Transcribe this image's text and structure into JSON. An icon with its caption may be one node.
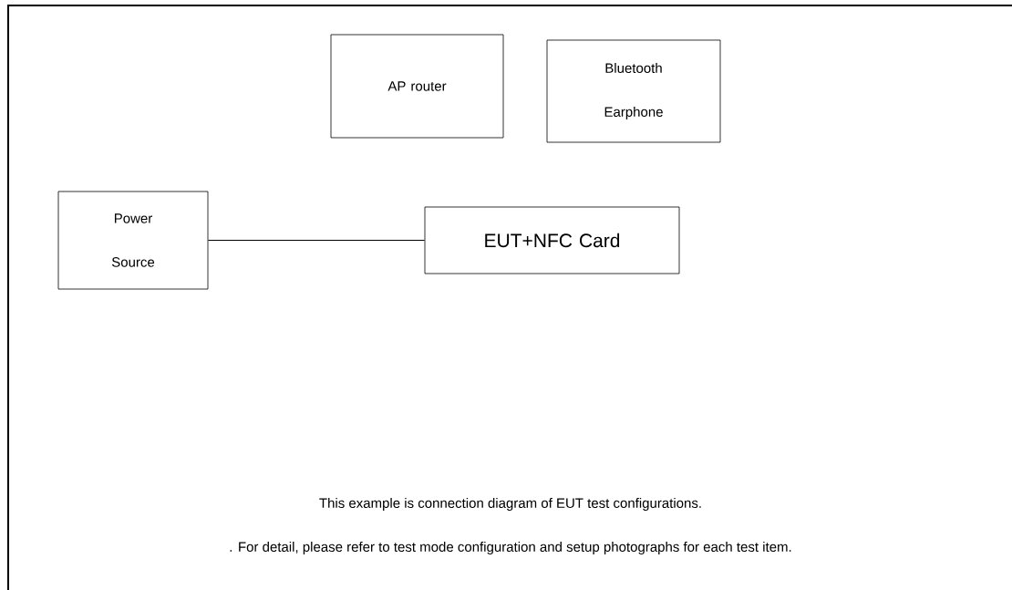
{
  "diagram": {
    "nodes": [
      {
        "text": [
          "AP router"
        ]
      },
      {
        "text": [
          "Bluetooth Earphone"
        ]
      },
      {
        "text": [
          "Power Source"
        ]
      },
      {
        "text": [
          "EUT+NFC Card"
        ]
      }
    ],
    "edges": [
      {
        "from": 2,
        "to": 3,
        "arrow": "none"
      }
    ],
    "labels": [
      "This example is connection diagram of EUT test configurations.",
      ". For detail, please refer to test mode configuration and setup photographs for each test item."
    ]
  }
}
